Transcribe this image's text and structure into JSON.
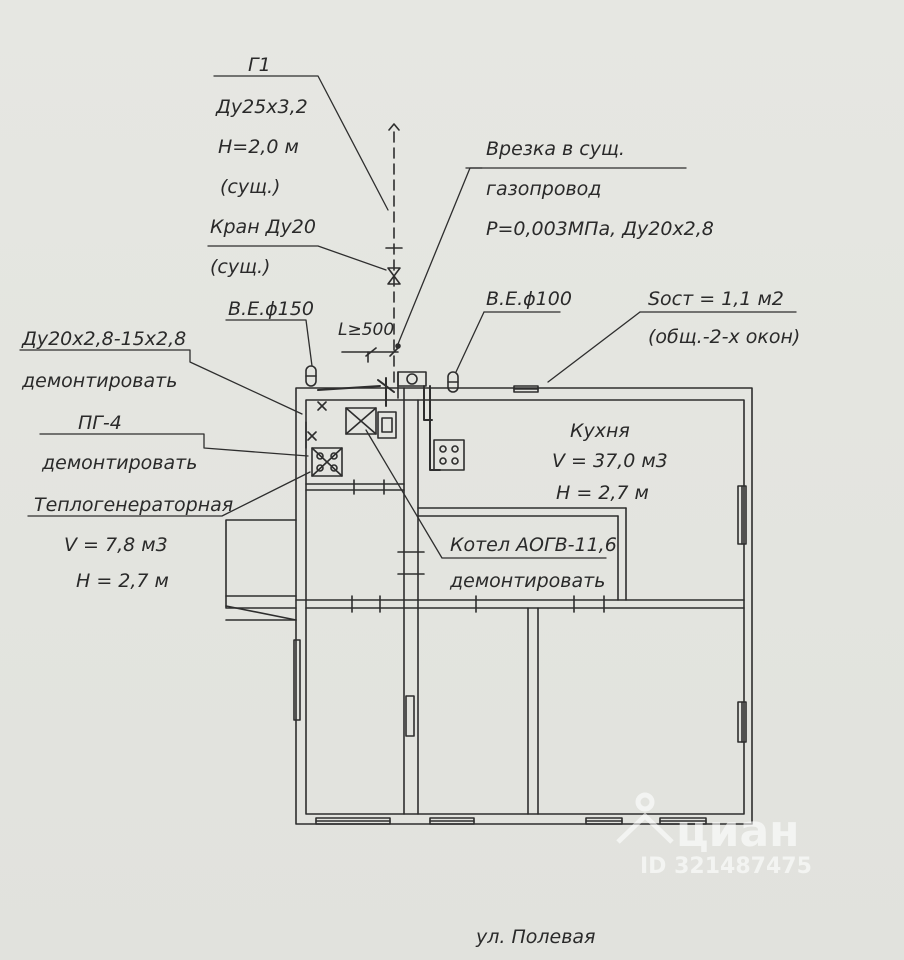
{
  "labels": {
    "g1": "Г1",
    "du25": "Ду25х3,2",
    "h20": "Н=2,0 м",
    "sushch1": "(сущ.)",
    "kran": "Кран Ду20",
    "sushch2": "(сущ.)",
    "vrezka": "Врезка в сущ.",
    "gazoprovod": "газопровод",
    "pressure": "Р=0,003МПа, Ду20х2,8",
    "ve150": "В.Е.ϕ150",
    "ve100": "В.Е.ϕ100",
    "l500": "L≥500",
    "socht": "Sост = 1,1 м2",
    "okon": "(общ.-2-х окон)",
    "du20": "Ду20х2,8-15х2,8",
    "demont1": "демонтировать",
    "pg4": "ПГ-4",
    "demont2": "демонтировать",
    "teplogen": "Теплогенераторная",
    "v78": "V = 7,8 м3",
    "h27a": "Н = 2,7 м",
    "kuhnya": "Кухня",
    "v370": "V = 37,0 м3",
    "h27b": "Н = 2,7 м",
    "kotel": "Котел АОГВ-11,6",
    "demont3": "демонтировать",
    "street": "ул.  Полевая"
  },
  "watermark": {
    "brand": "циан",
    "id": "ID 321487475"
  },
  "colors": {
    "background": "#e4e5e0",
    "ink": "#2a2a2a",
    "watermark": "#ffffff"
  },
  "icons": [
    "gas-valve-icon",
    "gas-meter-icon",
    "gas-stove-icon",
    "boiler-icon",
    "vent-duct-icon",
    "cian-house-logo-icon"
  ]
}
